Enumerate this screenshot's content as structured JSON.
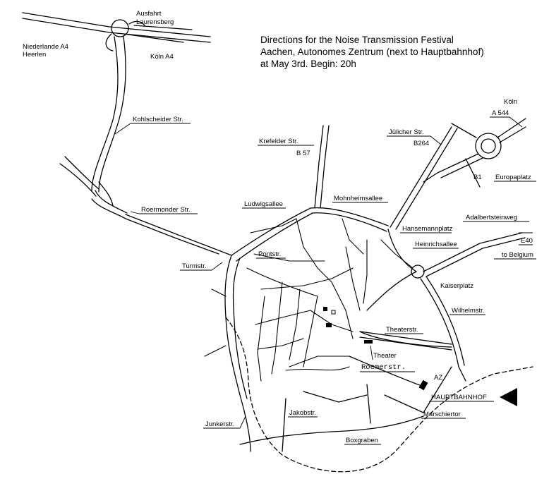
{
  "title_lines": [
    "Directions for the Noise Transmission Festival",
    "Aachen, Autonomes Zentrum (next to Hauptbahnhof)",
    "at May 3rd. Begin: 20h"
  ],
  "labels": {
    "ausfahrt": "Ausfahrt",
    "laurensberg": "Laurensberg",
    "niederlande": "Niederlande A4",
    "heerlen": "Heerlen",
    "koeln_a4": "Köln A4",
    "kohlscheider": "Kohlscheider Str.",
    "krefelder": "Krefelder Str.",
    "b57": "B 57",
    "juelicher": "Jülicher Str.",
    "b264": "B264",
    "koeln": "Köln",
    "a544": "A 544",
    "b1": "B1",
    "europaplatz": "Europaplatz",
    "ludwigsallee": "Ludwigsallee",
    "mohnheimsallee": "Mohnheimsallee",
    "roermonder": "Roermonder Str.",
    "hansemannplatz": "Hansemannplatz",
    "adalbertsteinweg": "Adalbertsteinweg",
    "e40": "E40",
    "to_belgium": "to Belgium",
    "heinrichsallee": "Heinrichsallee",
    "pontstr": "Pontstr.",
    "turmstr": "Turmstr.",
    "kaiserplatz": "Kaiserplatz",
    "wilhelmstr": "Wilhelmstr.",
    "theaterstr": "Theaterstr.",
    "theater": "Theater",
    "roemerstr": "Roemerstr.",
    "az": "AZ",
    "hauptbahnhof": "HAUPTBAHNHOF",
    "junkerstr": "Junkerstr.",
    "jakobstr": "Jakobstr.",
    "marschiertor": "Marschiertor",
    "boxgraben": "Boxgraben"
  }
}
